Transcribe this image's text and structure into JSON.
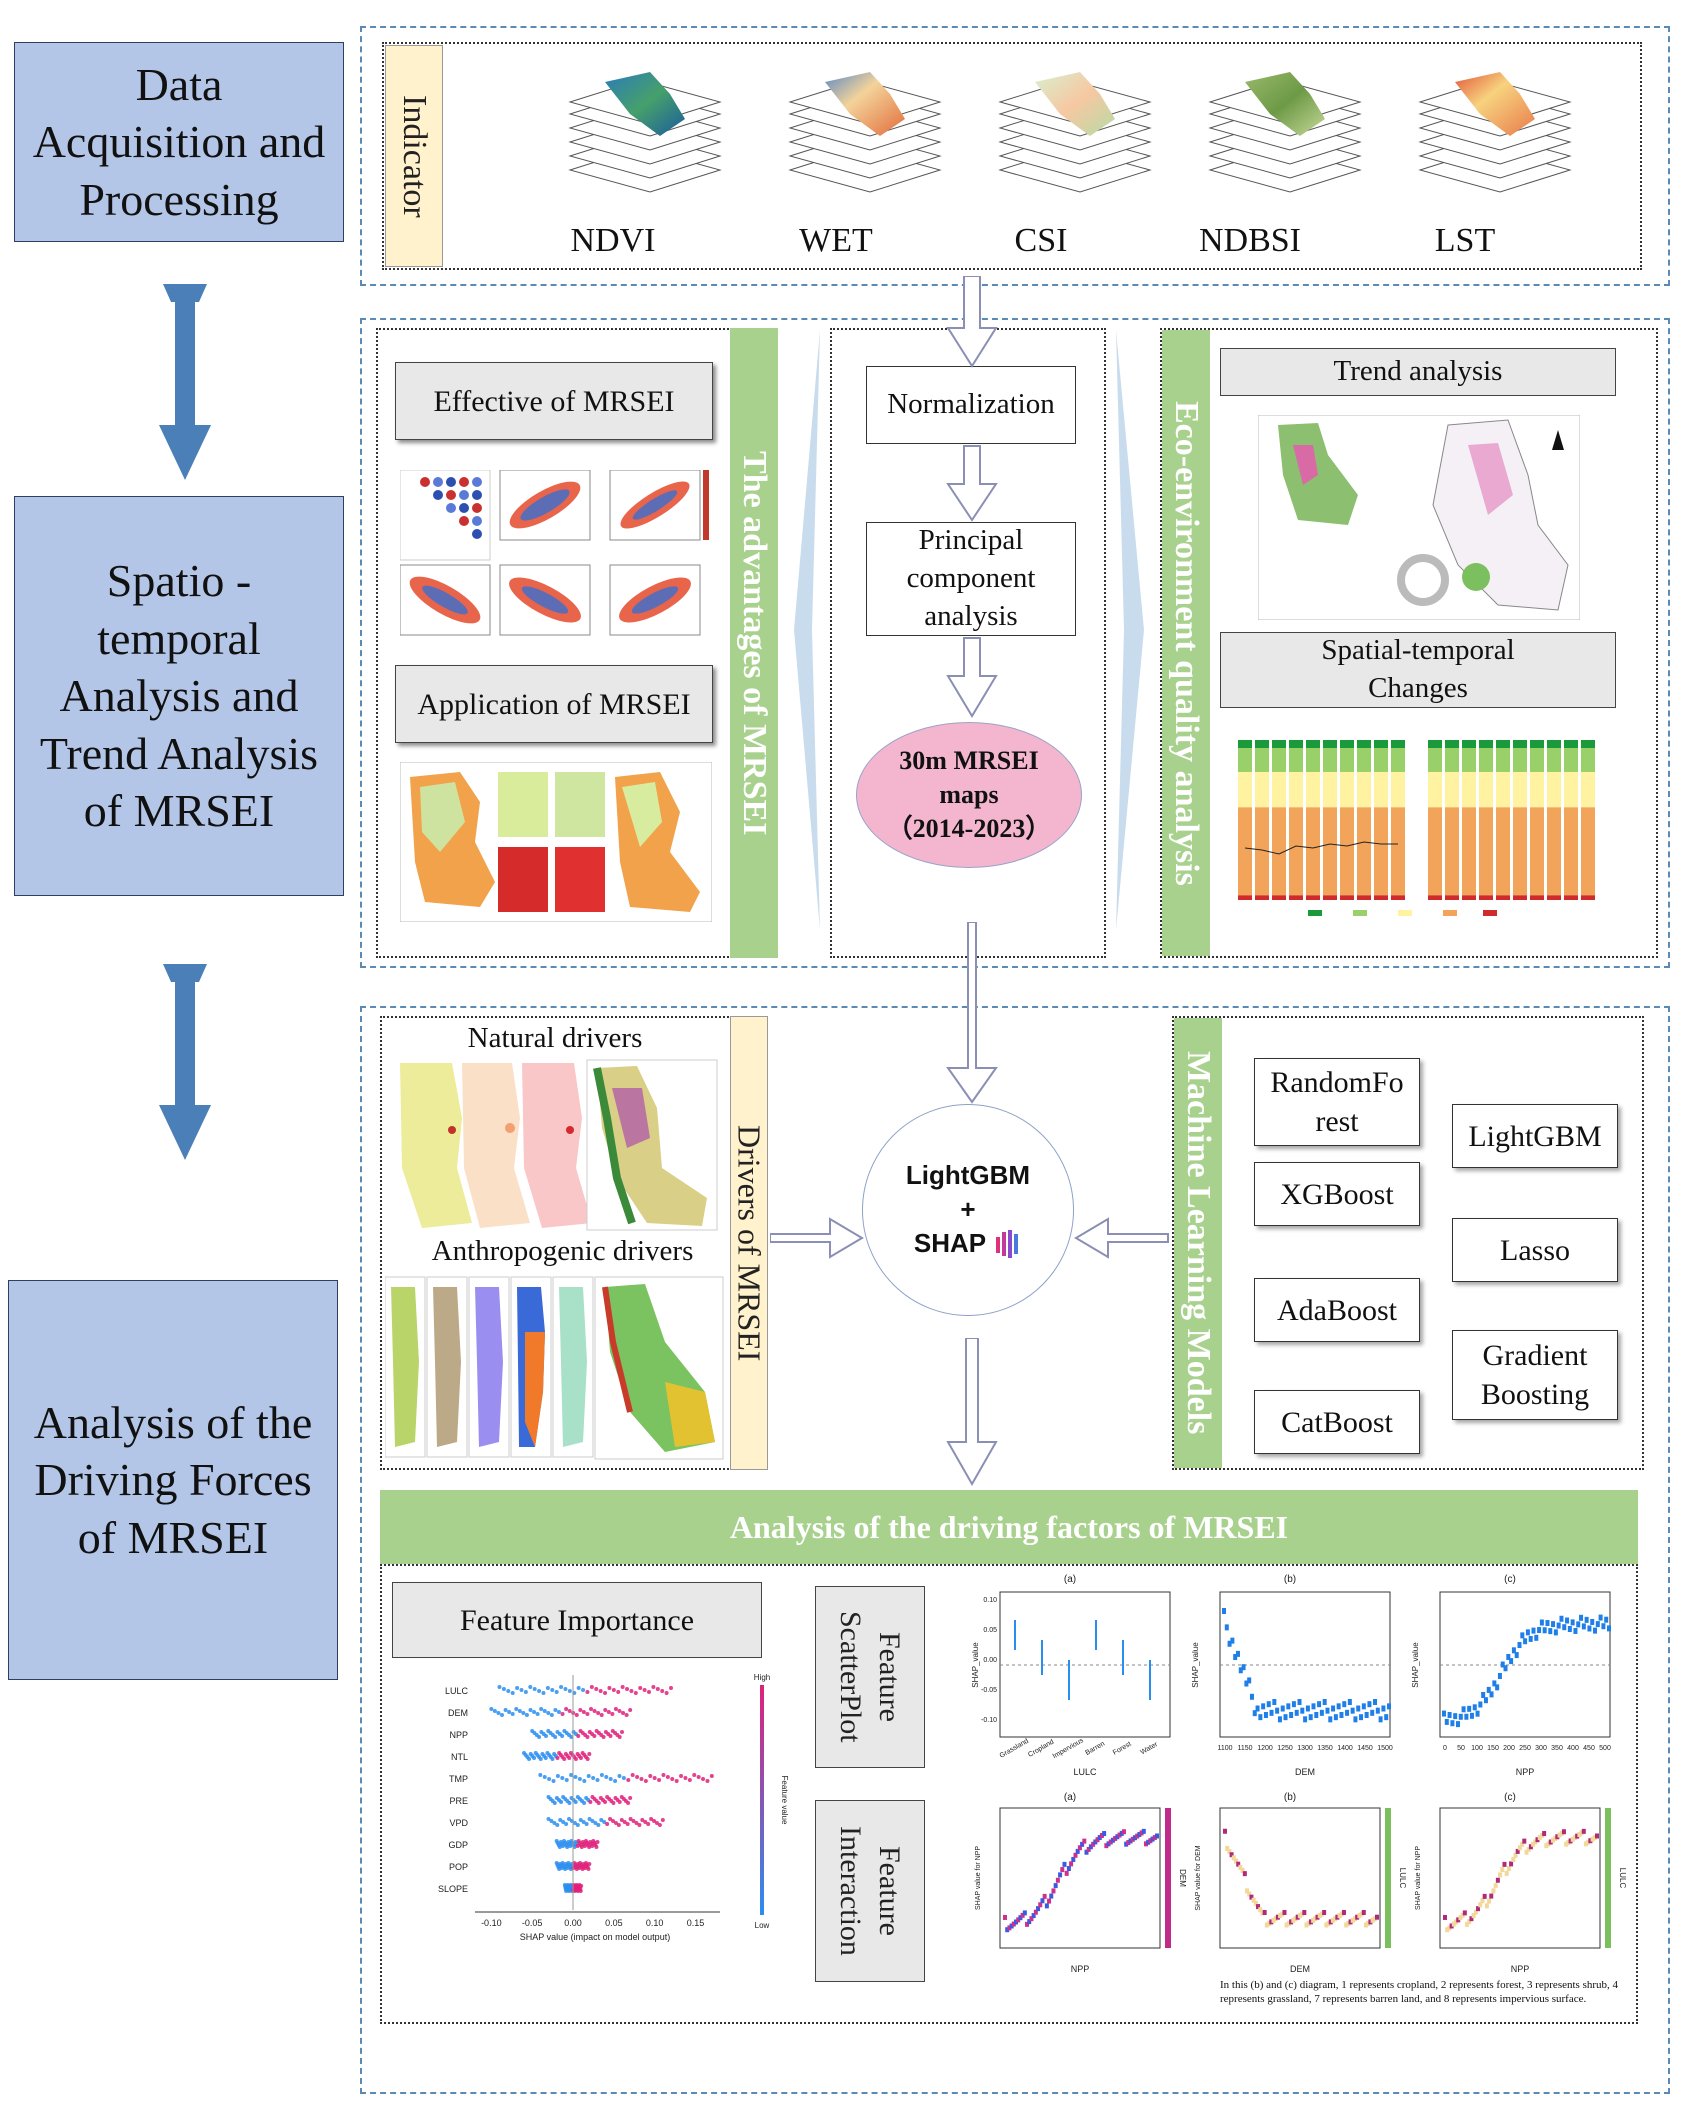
{
  "stages": {
    "s1": "Data\nAcquisition and\nProcessing",
    "s2": "Spatio -\ntemporal\nAnalysis and\nTrend Analysis\nof MRSEI",
    "s3": "Analysis of the\nDriving Forces\nof MRSEI"
  },
  "indicator": {
    "title": "Indicator",
    "items": [
      "NDVI",
      "WET",
      "CSI",
      "NDBSI",
      "LST"
    ]
  },
  "advantages": {
    "title": "The advantages of MRSEI",
    "effective": "Effective of MRSEI",
    "application": "Application of MRSEI"
  },
  "pipeline": {
    "normalization": "Normalization",
    "pca": "Principal\ncomponent\nanalysis",
    "maps_line1": "30m MRSEI",
    "maps_line2": "maps",
    "maps_line3": "（2014-2023）"
  },
  "eco": {
    "title": "Eco-environment quality analysis",
    "trend": "Trend analysis",
    "spatial": "Spatial-temporal\nChanges"
  },
  "drivers": {
    "title": "Drivers of MRSEI",
    "natural": "Natural drivers",
    "anthropogenic": "Anthropogenic drivers"
  },
  "center": {
    "line1": "LightGBM",
    "line2": "+",
    "line3": "SHAP"
  },
  "ml": {
    "title": "Machine Learning Models",
    "models": [
      "RandomFo\nrest",
      "XGBoost",
      "AdaBoost",
      "CatBoost",
      "LightGBM",
      "Lasso",
      "Gradient\nBoosting"
    ]
  },
  "analysis": {
    "banner": "Analysis of the driving factors of MRSEI",
    "feature_importance": "Feature Importance",
    "scatter": "Feature\nScatterPlot",
    "interaction": "Feature\nInteraction",
    "caption": "In this (b) and (c) diagram, 1 represents cropland, 2 represents forest, 3 represents shrub, 4 represents grassland, 7 represents barren land, and 8 represents impervious surface."
  },
  "shap_chart": {
    "features": [
      "LULC",
      "DEM",
      "NPP",
      "NTL",
      "TMP",
      "PRE",
      "VPD",
      "GDP",
      "POP",
      "SLOPE"
    ],
    "xticks": [
      "-0.10",
      "-0.05",
      "0.00",
      "0.05",
      "0.10",
      "0.15"
    ],
    "xlabel": "SHAP value (impact on model output)",
    "colorbar_high": "High",
    "colorbar_low": "Low",
    "colorbar_label": "Feature value"
  },
  "scatter_panels": {
    "a": {
      "label": "(a)",
      "xlabel": "LULC",
      "ylabel": "SHAP_value",
      "cats": [
        "Grassland",
        "Cropland",
        "Impervious",
        "Barren",
        "Forest",
        "Water"
      ],
      "yticks": [
        "0.10",
        "0.05",
        "0.00",
        "-0.05",
        "-0.10"
      ]
    },
    "b": {
      "label": "(b)",
      "xlabel": "DEM",
      "ylabel": "SHAP_value",
      "xticks": [
        "1100",
        "1150",
        "1200",
        "1250",
        "1300",
        "1350",
        "1400",
        "1450",
        "1500"
      ]
    },
    "c": {
      "label": "(c)",
      "xlabel": "NPP",
      "ylabel": "SHAP_value",
      "xticks": [
        "0",
        "50",
        "100",
        "150",
        "200",
        "250",
        "300",
        "350",
        "400",
        "450",
        "500"
      ]
    }
  },
  "interaction_panels": {
    "a": {
      "label": "(a)",
      "xlabel": "NPP",
      "ylabel": "SHAP value for NPP",
      "cbar": "DEM"
    },
    "b": {
      "label": "(b)",
      "xlabel": "DEM",
      "ylabel": "SHAP value for DEM",
      "cbar": "LULC"
    },
    "c": {
      "label": "(c)",
      "xlabel": "NPP",
      "ylabel": "SHAP value for NPP",
      "cbar": "LULC"
    }
  },
  "colors": {
    "stage_bg": "#b4c6e7",
    "green": "#a9d18e",
    "cream": "#fff2cc",
    "pink": "#f4b6cf",
    "arrow": "#4a7fb8"
  }
}
